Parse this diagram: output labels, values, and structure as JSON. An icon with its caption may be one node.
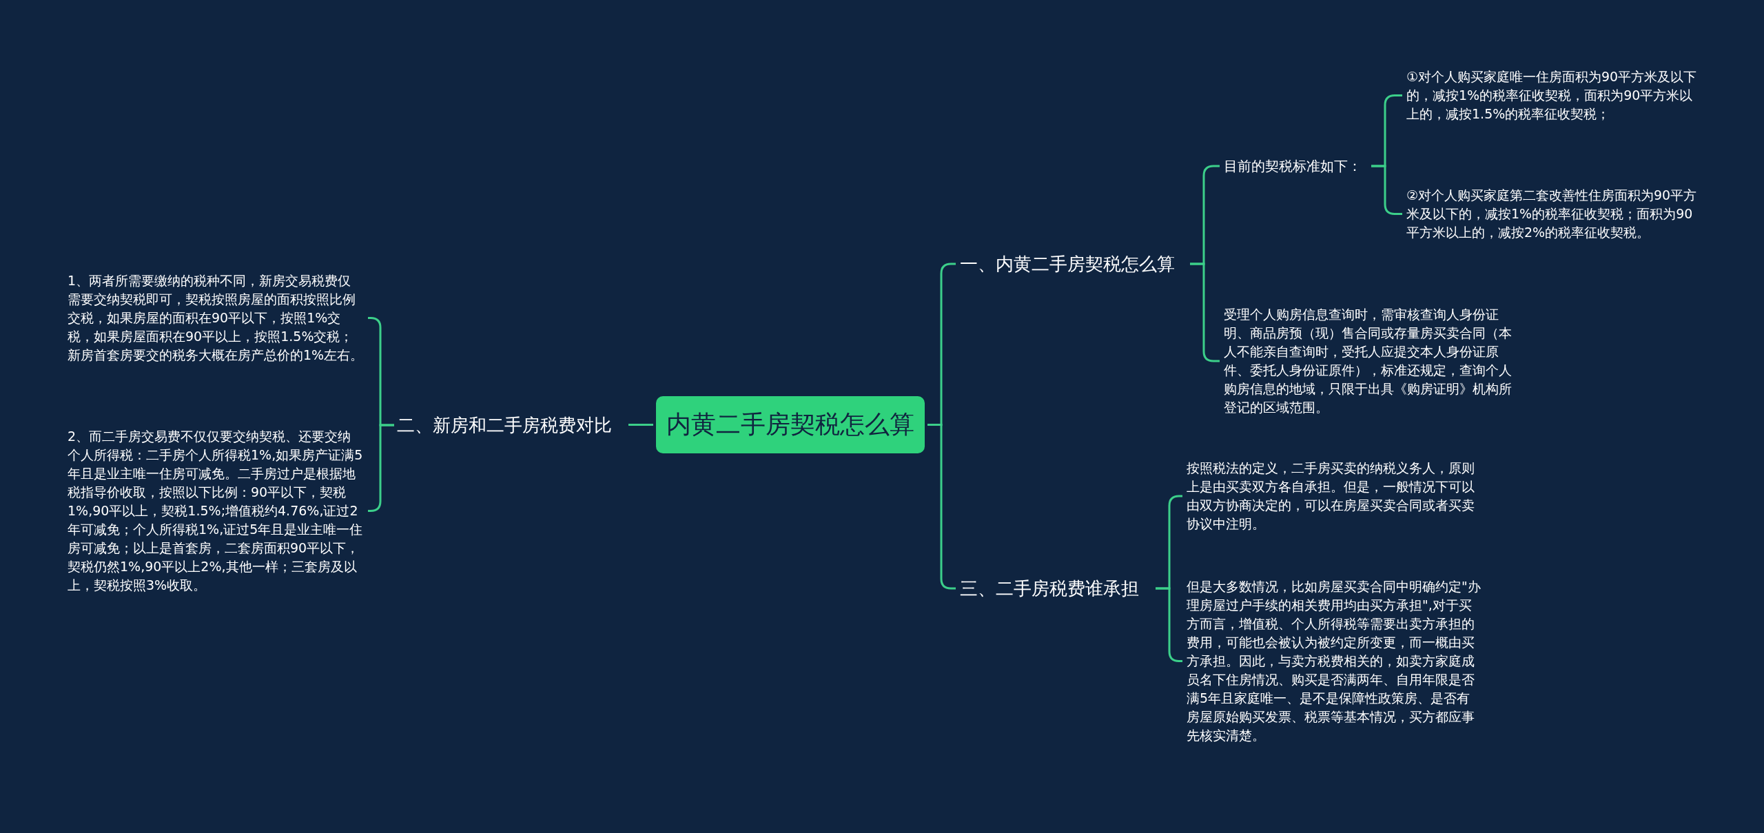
{
  "diagram": {
    "nodes": [
      {
        "text": [
          "内黄二手房契税怎么算"
        ]
      },
      {
        "text": [
          "一、内黄二手房契税怎么算"
        ]
      },
      {
        "text": [
          "目前的契税标准如下："
        ]
      },
      {
        "text": [
          "①对个人购买家庭唯一住房面积为90平方米及以下的，减按1%的税率征收契税，面积为90平方米以上的，减按1.5%的税率征收契税；"
        ]
      },
      {
        "text": [
          "②对个人购买家庭第二套改善性住房面积为90平方米及以下的，减按1%的税率征收契税；面积为90平方米以上的，减按2%的税率征收契税。"
        ]
      },
      {
        "text": [
          "受理个人购房信息查询时，需审核查询人身份证明、商品房预（现）售合同或存量房买卖合同（本人不能亲自查询时，受托人应提交本人身份证原件、委托人身份证原件），标准还规定，查询个人购房信息的地域，只限于出具《购房证明》机构所登记的区域范围。"
        ]
      },
      {
        "text": [
          "二、新房和二手房税费对比"
        ]
      },
      {
        "text": [
          "1、两者所需要缴纳的税种不同，新房交易税费仅需要交纳契税即可，契税按照房屋的面积按照比例交税，如果房屋的面积在90平以下，按照1%交税，如果房屋面积在90平以上，按照1.5%交税；新房首套房要交的税务大概在房产总价的1%左右。"
        ]
      },
      {
        "text": [
          "2、而二手房交易费不仅仅要交纳契税、还要交纳个人所得税：二手房个人所得税1%,如果房产证满5年且是业主唯一住房可减免。二手房过户是根据地税指导价收取，按照以下比例：90平以下，契税1%,90平以上，契税1.5%;增值税约4.76%,证过2年可减免；个人所得税1%,证过5年且是业主唯一住房可减免；以上是首套房，二套房面积90平以下，契税仍然1%,90平以上2%,其他一样；三套房及以上，契税按照3%收取。"
        ]
      },
      {
        "text": [
          "三、二手房税费谁承担"
        ]
      },
      {
        "text": [
          "按照税法的定义，二手房买卖的纳税义务人，原则上是由买卖双方各自承担。但是，一般情况下可以由双方协商决定的，可以在房屋买卖合同或者买卖协议中注明。"
        ]
      },
      {
        "text": [
          "但是大多数情况，比如房屋买卖合同中明确约定\"办理房屋过户手续的相关费用均由买方承担\",对于买方而言，增值税、个人所得税等需要出卖方承担的费用，可能也会被认为被约定所变更，而一概由买方承担。因此，与卖方税费相关的，如卖方家庭成员名下住房情况、购买是否满两年、自用年限是否满5年且家庭唯一、是不是保障性政策房、是否有房屋原始购买发票、税票等基本情况，买方都应事先核实清楚。"
        ]
      }
    ],
    "edges": [
      {
        "from": 0,
        "to": 1,
        "arrow": "none"
      },
      {
        "from": 1,
        "to": 2,
        "arrow": "none"
      },
      {
        "from": 2,
        "to": 3,
        "arrow": "none"
      },
      {
        "from": 2,
        "to": 4,
        "arrow": "none"
      },
      {
        "from": 1,
        "to": 5,
        "arrow": "none"
      },
      {
        "from": 0,
        "to": 6,
        "arrow": "none"
      },
      {
        "from": 6,
        "to": 7,
        "arrow": "none"
      },
      {
        "from": 6,
        "to": 8,
        "arrow": "none"
      },
      {
        "from": 0,
        "to": 9,
        "arrow": "none"
      },
      {
        "from": 9,
        "to": 10,
        "arrow": "none"
      },
      {
        "from": 9,
        "to": 11,
        "arrow": "none"
      }
    ]
  }
}
